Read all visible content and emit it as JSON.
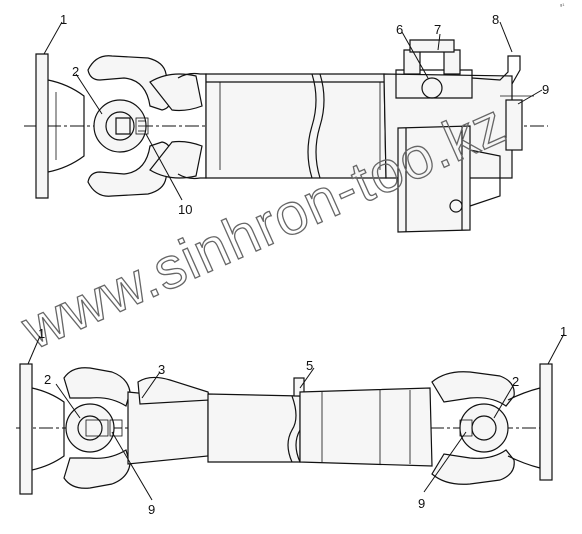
{
  "corner_code": "g1",
  "watermark": "www.sinhron-too.kz",
  "callouts_top": [
    "1",
    "2",
    "6",
    "7",
    "8",
    "9",
    "10"
  ],
  "callouts_bottom": [
    "1",
    "2",
    "3",
    "5",
    "2",
    "1",
    "9",
    "9"
  ]
}
